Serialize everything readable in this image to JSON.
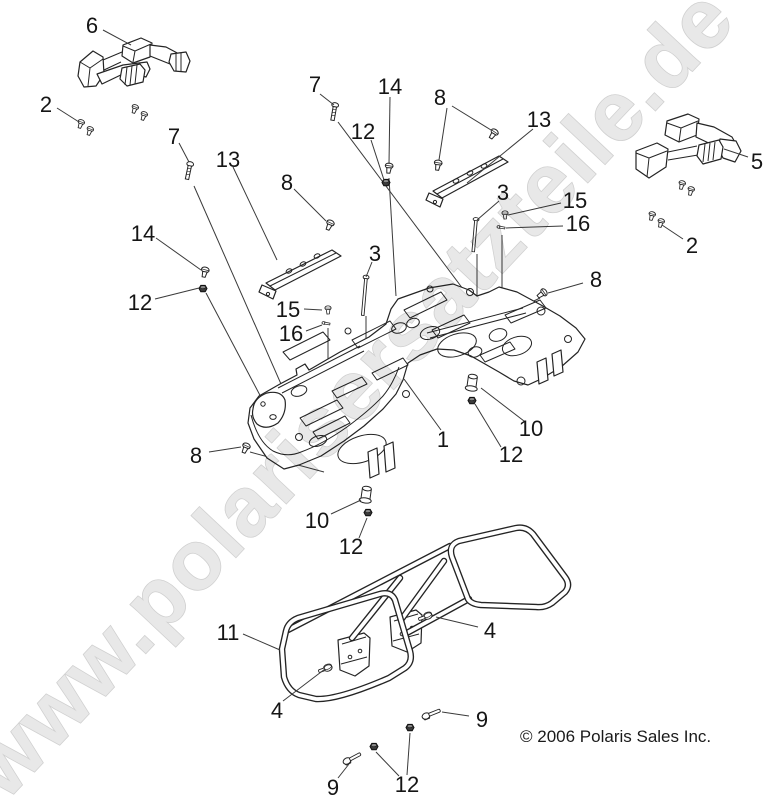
{
  "diagram": {
    "watermark": "www.polarisersatzteile.de",
    "copyright": "© 2006 Polaris Sales Inc."
  },
  "callouts": [
    {
      "id": "handle-front-6",
      "n": "6"
    },
    {
      "id": "screws-left-2",
      "n": "2"
    },
    {
      "id": "bolt-left-7",
      "n": "7"
    },
    {
      "id": "bracket-left-13",
      "n": "13"
    },
    {
      "id": "screw-lefttop-8",
      "n": "8"
    },
    {
      "id": "screw-left-14",
      "n": "14"
    },
    {
      "id": "nut-left-12",
      "n": "12"
    },
    {
      "id": "screw-left-15",
      "n": "15"
    },
    {
      "id": "pin-left-16",
      "n": "16"
    },
    {
      "id": "bolt-mid-7",
      "n": "7"
    },
    {
      "id": "screw-mid-14",
      "n": "14"
    },
    {
      "id": "nut-mid-12",
      "n": "12"
    },
    {
      "id": "screws-mid-8",
      "n": "8"
    },
    {
      "id": "bracket-right-13",
      "n": "13"
    },
    {
      "id": "bolt-left-3",
      "n": "3"
    },
    {
      "id": "bolt-right-3",
      "n": "3"
    },
    {
      "id": "screw-right-15",
      "n": "15"
    },
    {
      "id": "pin-right-16",
      "n": "16"
    },
    {
      "id": "handle-rear-5",
      "n": "5"
    },
    {
      "id": "screws-right-2",
      "n": "2"
    },
    {
      "id": "screw-right-8",
      "n": "8"
    },
    {
      "id": "screw-bottomleft-8",
      "n": "8"
    },
    {
      "id": "main-rack-1",
      "n": "1"
    },
    {
      "id": "bumper-right-10",
      "n": "10"
    },
    {
      "id": "nut-right-12",
      "n": "12"
    },
    {
      "id": "bumper-bottom-10",
      "n": "10"
    },
    {
      "id": "nut-bottom-12",
      "n": "12"
    },
    {
      "id": "tube-rack-11",
      "n": "11"
    },
    {
      "id": "bolt-right-4",
      "n": "4"
    },
    {
      "id": "bolt-left-4",
      "n": "4"
    },
    {
      "id": "bolt-right-9",
      "n": "9"
    },
    {
      "id": "bolt-bottom-9",
      "n": "9"
    },
    {
      "id": "nuts-bottom-12",
      "n": "12"
    }
  ]
}
